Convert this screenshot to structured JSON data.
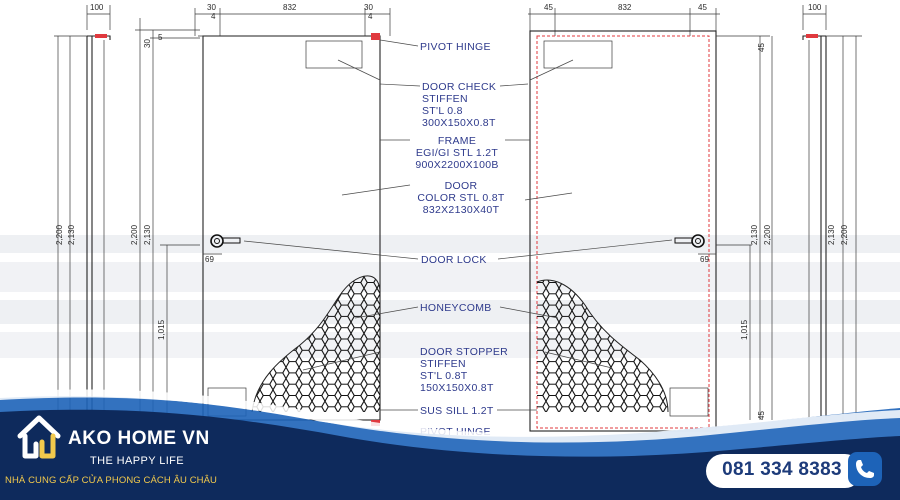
{
  "dimensions": {
    "top_left_100": "100",
    "top_30a": "30",
    "top_832a": "832",
    "top_30b": "30",
    "top_4a": "4",
    "top_4b": "4",
    "side_30": "30",
    "side_5": "5",
    "top_45a": "45",
    "top_832b": "832",
    "top_45b": "45",
    "top_right_100": "100",
    "right_45_top": "45",
    "right_45_bottom": "45",
    "h_2200": "2,200",
    "h_2130": "2,130",
    "h_1015": "1,015",
    "lock_69": "69"
  },
  "labels": {
    "pivot_hinge_top": "PIVOT HINGE",
    "door_check": [
      "DOOR CHECK",
      "STIFFEN",
      "ST'L 0.8",
      "300X150X0.8T"
    ],
    "frame": [
      "FRAME",
      "EGI/GI STL 1.2T",
      "900X2200X100B"
    ],
    "door": [
      "DOOR",
      "COLOR STL 0.8T",
      "832X2130X40T"
    ],
    "door_lock": "DOOR LOCK",
    "honeycomb": "HONEYCOMB",
    "door_stopper": [
      "DOOR STOPPER",
      "STIFFEN",
      "ST'L 0.8T",
      "150X150X0.8T"
    ],
    "sus_sill": "SUS SILL 1.2T",
    "pivot_hinge_bottom": "PIVOT HINGE"
  },
  "banner": {
    "brand": "AKO HOME VN",
    "slogan": "THE HAPPY LIFE",
    "tagline": "NHÀ CUNG CẤP CỬA PHONG CÁCH ÂU CHÂU",
    "phone": "081 334 8383",
    "colors": {
      "navy": "#0e2a5c",
      "blue": "#1d63b8",
      "accent": "#f2c94c",
      "red": "#e0393e"
    },
    "icons": {
      "logo": "house-logo-icon",
      "phone": "phone-icon"
    }
  }
}
